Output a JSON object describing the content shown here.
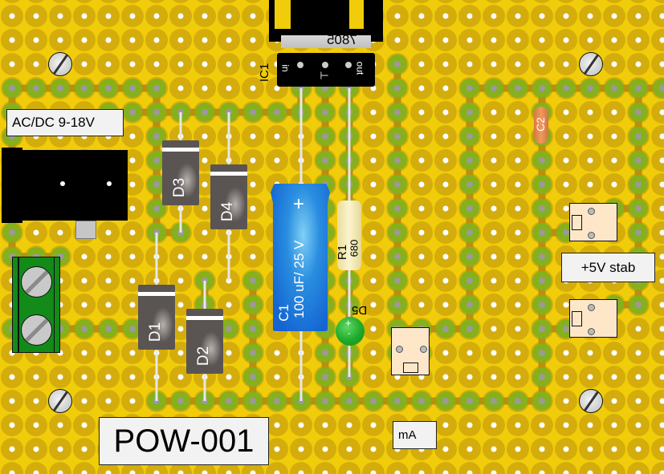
{
  "board": {
    "name": "POW-001",
    "colors": {
      "board": "#f0cc0a",
      "pad_ring": "#d4ad0c",
      "trace": "#86b01c",
      "trace_core": "#b8900c"
    }
  },
  "labels": {
    "input": "AC/DC 9-18V",
    "output": "+5V stab",
    "board_id": "POW-001",
    "current": "mA"
  },
  "components": {
    "regulator": {
      "ref": "IC1",
      "part": "7805",
      "pins": [
        "in",
        "⊥",
        "out"
      ]
    },
    "diodes": [
      {
        "ref": "D1"
      },
      {
        "ref": "D2"
      },
      {
        "ref": "D3"
      },
      {
        "ref": "D4"
      }
    ],
    "capacitor_c1": {
      "ref": "C1",
      "value": "100 uF/ 25 V",
      "polarity": "+"
    },
    "capacitor_c2": {
      "ref": "C2"
    },
    "resistor": {
      "ref": "R1",
      "value": "680"
    },
    "led": {
      "ref": "D5",
      "anode": "+",
      "cathode": "-"
    }
  },
  "icons": {
    "screw": "mounting-screw-icon",
    "terminal": "screw-terminal-icon",
    "jack": "dc-jack-icon"
  }
}
